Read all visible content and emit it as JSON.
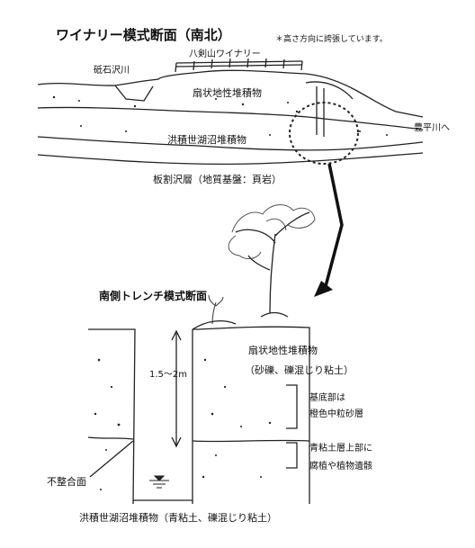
{
  "top_section": {
    "title": "ワイナリー模式断面（南北）",
    "note": "＊高さ方向に誇張しています。",
    "labels": {
      "toishizawa_river": "砥石沢川",
      "winery": "八剣山ワイナリー",
      "fan_deposit": "扇状地性堆積物",
      "lake_deposit": "洪積世湖沼堆積物",
      "toyohira_river": "豊平川へ",
      "itawarizawa": "板割沢層（地質基盤：頁岩）"
    }
  },
  "trench_section": {
    "title": "南側トレンチ模式断面",
    "depth": "1.5～2m",
    "fan_deposit": "扇状地性堆積物",
    "fan_detail": "（砂礫、礫混じり粘土）",
    "base_line1": "基底部は",
    "base_line2": "橙色中粒砂層",
    "clay_line1": "青粘土層上部に",
    "clay_line2": "腐植や植物遺骸",
    "unconformity": "不整合面",
    "bottom": "洪積世湖沼堆積物（青粘土、礫混じり粘土）"
  },
  "icons": [
    "tree-icon",
    "water-table-icon",
    "arrow-icon",
    "dotted-circle-icon"
  ]
}
